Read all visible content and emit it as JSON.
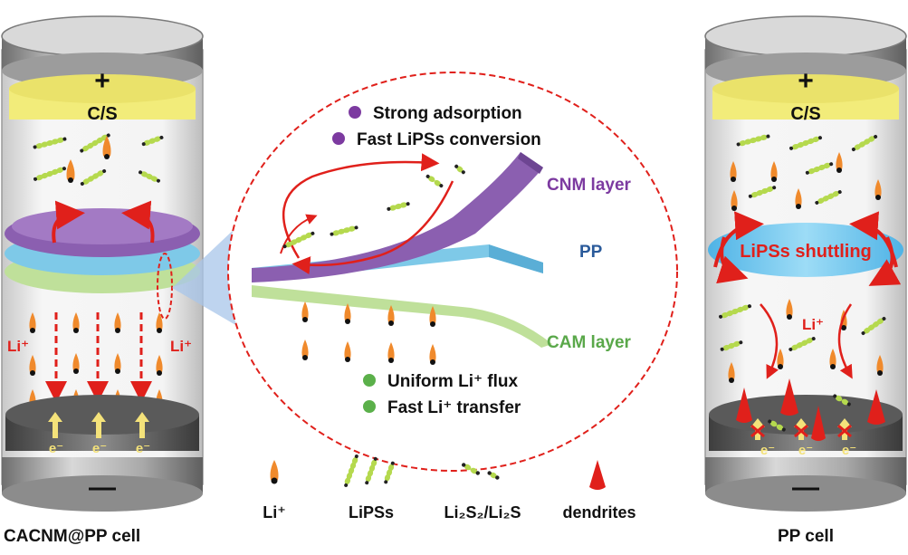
{
  "left_cell": {
    "plus": "+",
    "cathode": "C/S",
    "li_left": "Li⁺",
    "li_right": "Li⁺",
    "electron": "e⁻",
    "minus": "—",
    "caption": "CACNM@PP cell"
  },
  "right_cell": {
    "plus": "+",
    "cathode": "C/S",
    "shuttle": "LiPSs shuttling",
    "li": "Li⁺",
    "electron": "e⁻",
    "minus": "—",
    "caption": "PP cell"
  },
  "center": {
    "bullets_top": [
      "Strong adsorption",
      "Fast LiPSs conversion"
    ],
    "bullets_bottom": [
      "Uniform Li⁺ flux",
      "Fast Li⁺ transfer"
    ],
    "layers": [
      "CNM layer",
      "PP",
      "CAM layer"
    ]
  },
  "legend": [
    "Li⁺",
    "LiPSs",
    "Li₂S₂/Li₂S",
    "dendrites"
  ],
  "colors": {
    "cnm": "#8b5fb0",
    "pp": "#7ec9e8",
    "cam": "#bfe09a",
    "arrow": "#e0201b",
    "cathode": "#f2ec7a",
    "lipss": "#b5d94e",
    "li_ion": "#f08a2c",
    "electron_arrow": "#f4e27a",
    "bullet_purple": "#7c3aa0",
    "bullet_green": "#5bb04a",
    "label_purple": "#7c3aa0",
    "label_blue": "#2a5a9a",
    "label_green": "#5aa84a"
  }
}
